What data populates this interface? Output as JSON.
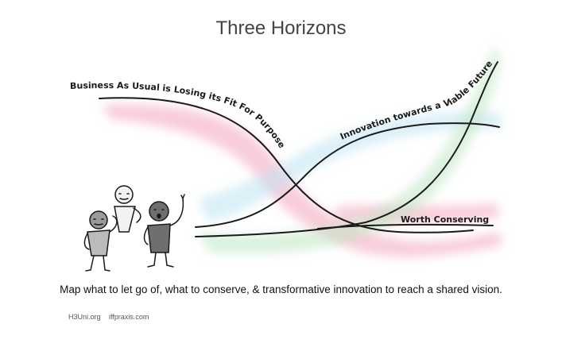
{
  "title": "Three Horizons",
  "labels": {
    "h1": "Business As Usual is Losing its Fit For Purpose",
    "h3": "Innovation towards a Viable Future",
    "h2": "Worth Conserving"
  },
  "caption": "Map what to let go of, what to conserve, & transformative innovation to reach a shared vision.",
  "footer": {
    "link1": "H3Uni.org",
    "link2": "iffpraxis.com"
  },
  "colors": {
    "h1_band": "#f3a6bd",
    "h3_band": "#bfe3f3",
    "h2_band": "#bfe6c3",
    "ink": "#1a1a1a"
  }
}
